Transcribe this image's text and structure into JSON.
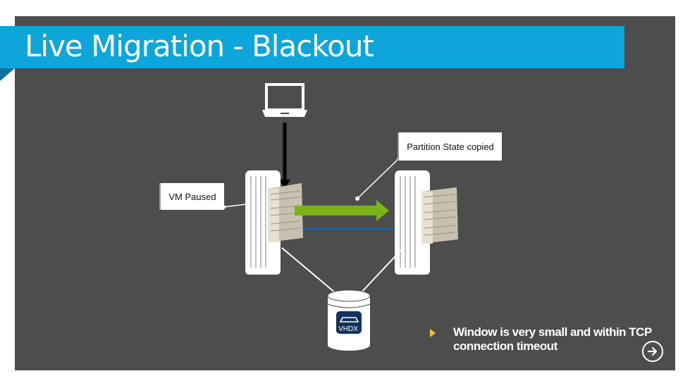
{
  "slide": {
    "title": "Live Migration - Blackout",
    "callouts": {
      "vm_paused": "VM Paused",
      "partition_state": "Partition State copied"
    },
    "storage_label": "VHDX",
    "bullet": "Window is very small and within TCP connection timeout",
    "colors": {
      "background": "#4d4d4d",
      "title_bar": "#0ea5db",
      "migration_arrow": "#7ab317",
      "network_line": "#1f5fa8",
      "bullet_marker": "#f2c037"
    }
  },
  "navigation": {
    "next_icon": "arrow-right-circle-icon"
  }
}
